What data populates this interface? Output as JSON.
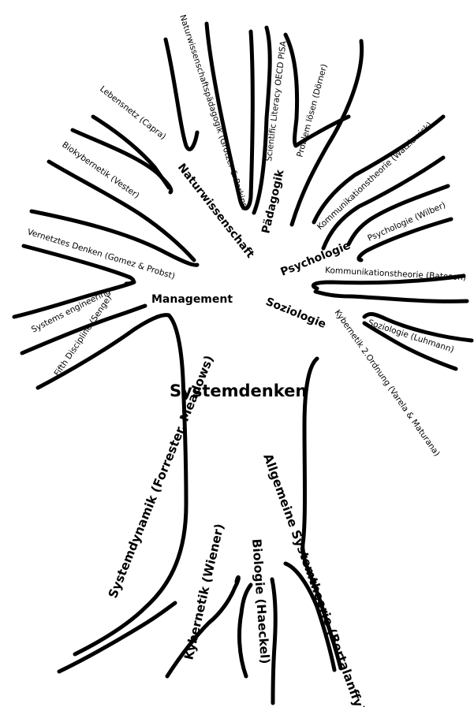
{
  "trunk_label": "Systemdenken",
  "disciplines": {
    "naturwissenschaft": "Naturwissenschaft",
    "paedagogik": "Pädagogik",
    "psychologie": "Psychologie",
    "soziologie": "Soziologie",
    "management": "Management"
  },
  "leaves": {
    "naturwissenschaftspaedagogik": "Naturwissenschaftspädagogik (Grotzer & Perkins)",
    "lebensnetz": "Lebensnetz (Capra)",
    "biokybernetik": "Biokybernetik (Vester)",
    "scientific_literacy": "Scientific Literacy OECD PISA",
    "problem_loesen": "Problem lösen (Dörner)",
    "kommunikation_watzlawick": "Kommunikationstheorie (Watzlawick)",
    "psychologie_wilber": "Psychologie (Wilber)",
    "kommunikation_bateson": "Kommunikationstheorie (Bateson)",
    "soziologie_luhmann": "Soziologie (Luhmann)",
    "kybernetik_2": "Kybernetik 2.Ordnung (Varela & Maturana)",
    "vernetztes_denken": "Vernetztes Denken (Gomez & Probst)",
    "systems_engineering": "Systems engineering",
    "fifth_discipline": "Fifth Discipline (Senge)"
  },
  "roots": {
    "systemdynamik": "Systemdynamik (Forrester, Meadows)",
    "kybernetik": "Kybernetik (Wiener)",
    "biologie": "Biologie (Haeckel)",
    "allgemeine_systemtheorie": "Allgemeine Systemtheorie (Bertalanffy)"
  },
  "colors": {
    "ink": "#000000",
    "background": "#ffffff"
  }
}
